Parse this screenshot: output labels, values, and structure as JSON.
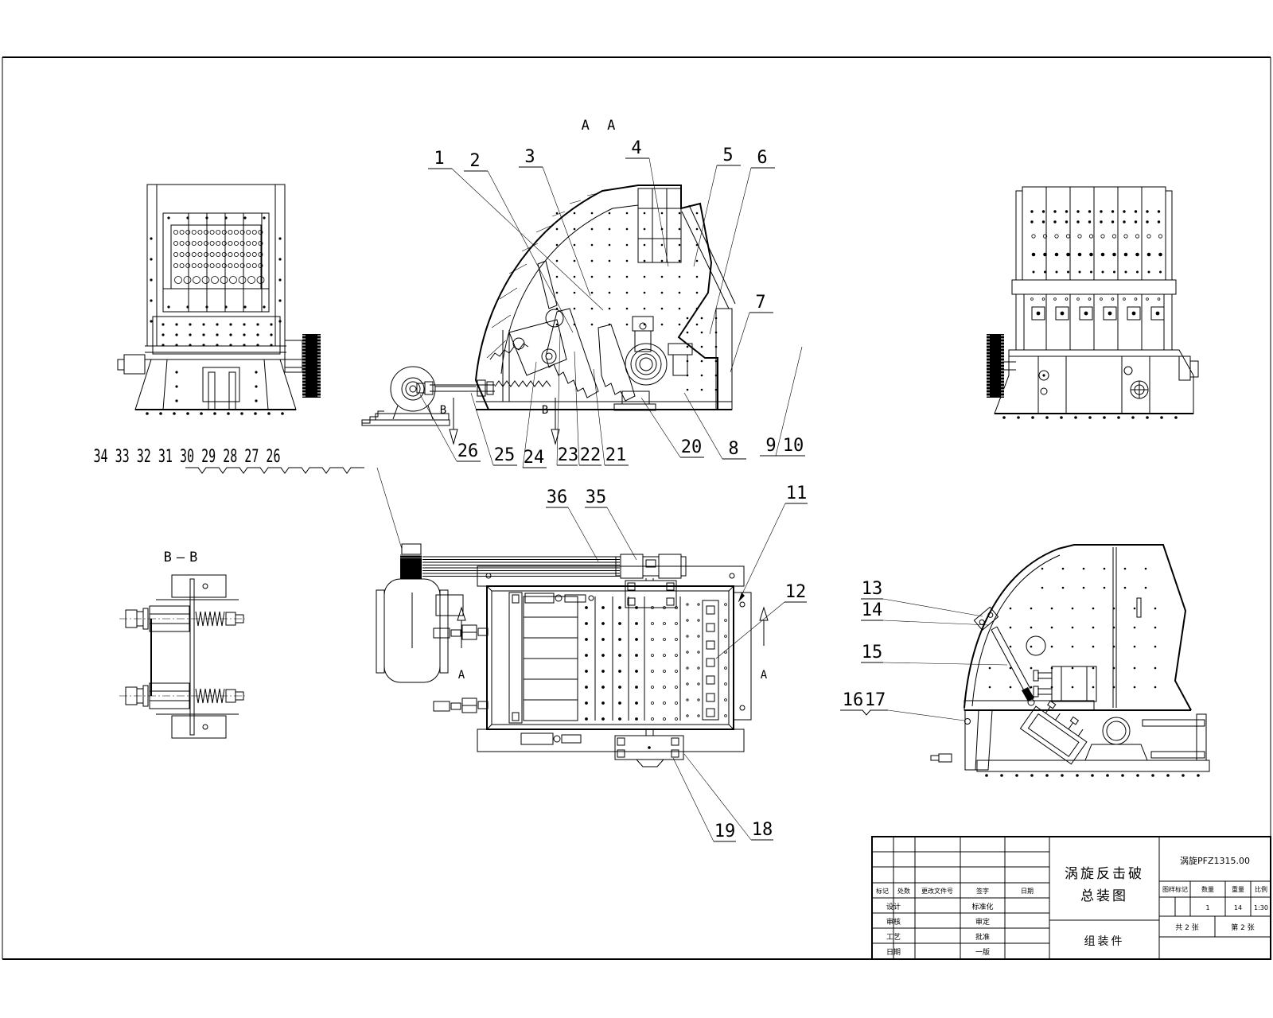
{
  "drawing": {
    "type": "engineering-assembly-drawing",
    "line_color": "#000000",
    "background": "#ffffff",
    "section_labels": {
      "aa": "A A",
      "bb": "B—B",
      "a_arrow": "A",
      "b_arrow": "B"
    },
    "callouts": {
      "n1": "1",
      "n2": "2",
      "n3": "3",
      "n4": "4",
      "n5": "5",
      "n6": "6",
      "n7": "7",
      "n8": "8",
      "n9": "9",
      "n10": "10",
      "n11": "11",
      "n12": "12",
      "n13": "13",
      "n14": "14",
      "n15": "15",
      "n16": "16",
      "n17": "17",
      "n18": "18",
      "n19": "19",
      "n20": "20",
      "n21": "21",
      "n22": "22",
      "n23": "23",
      "n24": "24",
      "n25": "25",
      "n26": "26",
      "n35": "35",
      "n36": "36",
      "chain": "34 33 32 31 30 29 28 27 26"
    }
  },
  "title_block": {
    "product_title_line1": "涡旋反击破",
    "product_title_line2": "总装图",
    "part_name": "组装件",
    "drawing_no": "涡旋PFZ1315.00",
    "col_headers": [
      "图样标记",
      "数量",
      "重量",
      "比例"
    ],
    "col_values": [
      "",
      "1",
      "14",
      "1:30"
    ],
    "sheet_total": "共 2 张",
    "sheet_no": "第 2 张",
    "rev_headers": [
      "标记",
      "处数",
      "更改文件号",
      "签字",
      "日期"
    ],
    "rows_left": [
      "设计",
      "审核",
      "工艺",
      "日期"
    ],
    "rows_right": [
      "标准化",
      "审定",
      "批准",
      "一版"
    ]
  }
}
